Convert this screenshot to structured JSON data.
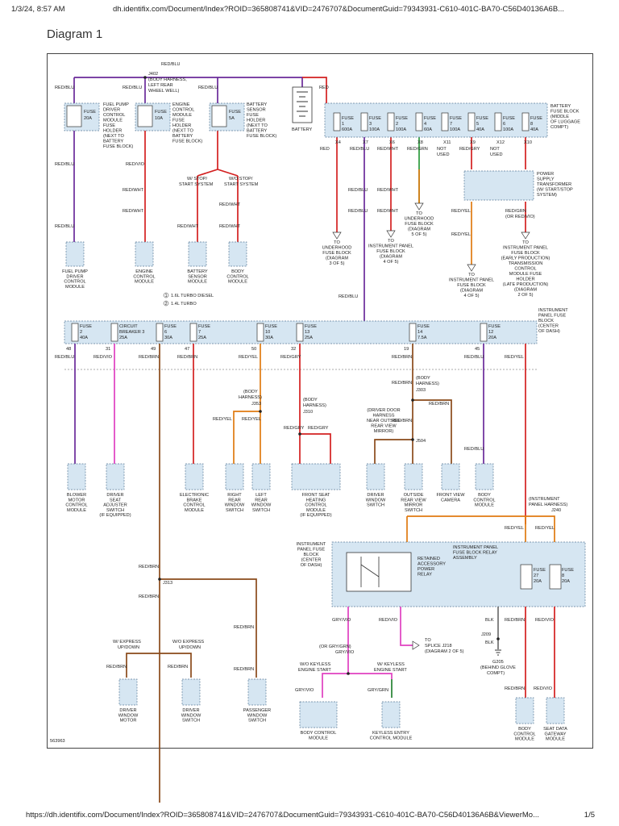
{
  "header": {
    "date": "1/3/24, 8:57 AM",
    "url": "dh.identifix.com/Document/Index?ROID=365808741&VID=2476707&DocumentGuid=79343931-C610-401C-BA70-C56D40136A6B..."
  },
  "title": "Diagram 1",
  "footer": {
    "url": "https://dh.identifix.com/Document/Index?ROID=365808741&VID=2476707&DocumentGuid=79343931-C610-401C-BA70-C56D40136A6B&ViewerMo...",
    "page": "1/5"
  },
  "diagram_id": "563963",
  "colors": {
    "red": "#d32020",
    "purple": "#6a2a9a",
    "orange": "#e07a10",
    "brown": "#8a4a1a",
    "green": "#2a9a3a",
    "pink": "#e040c0",
    "box": "#d6e6f2"
  },
  "battery": {
    "label": "BATTERY"
  },
  "top_wire": {
    "label": "RED/BLU"
  },
  "splice_j402": {
    "id": "J402",
    "desc1": "(BODY HARNESS,",
    "desc2": "LEFT REAR",
    "desc3": "WHEEL WELL)"
  },
  "holders": [
    {
      "fuse": "FUSE",
      "amp": "20A",
      "lines": [
        "FUEL PUMP",
        "DRIVER",
        "CONTROL",
        "MODULE",
        "FUSE",
        "HOLDER",
        "(NEXT TO",
        "BATTERY",
        "FUSE BLOCK)"
      ]
    },
    {
      "fuse": "FUSE",
      "amp": "10A",
      "lines": [
        "ENGINE",
        "CONTROL",
        "MODULE",
        "FUSE",
        "HOLDER",
        "(NEXT TO",
        "BATTERY",
        "FUSE BLOCK)"
      ]
    },
    {
      "fuse": "FUSE",
      "amp": "5A",
      "lines": [
        "BATTERY",
        "SENSOR",
        "FUSE",
        "HOLDER",
        "(NEXT TO",
        "BATTERY",
        "FUSE BLOCK)"
      ]
    }
  ],
  "battery_fuse_block": {
    "lines": [
      "BATTERY",
      "FUSE BLOCK",
      "(MIDDLE",
      "OF LUGGAGE",
      "COMPT)"
    ],
    "fuses": [
      {
        "num": "1",
        "amp": "600A",
        "conn": "X4"
      },
      {
        "num": "3",
        "amp": "100A",
        "conn": "X7"
      },
      {
        "num": "2",
        "amp": "100A",
        "conn": "X6"
      },
      {
        "num": "4",
        "amp": "60A",
        "conn": "X8"
      },
      {
        "num": "7",
        "amp": "100A",
        "conn": "X11"
      },
      {
        "num": "5",
        "amp": "40A",
        "conn": "X9"
      },
      {
        "num": "6",
        "amp": "100A",
        "conn": "X12"
      },
      {
        "num": "8",
        "amp": "40A",
        "conn": "X10"
      }
    ]
  },
  "left_labels": {
    "w_stop": "W/ STOP/",
    "w_stop2": "START SYSTEM",
    "wo_stop": "W/O STOP/",
    "wo_stop2": "START SYSTEM",
    "diesel": "1.6L TURBO DIESEL",
    "turbo": "1.4L TURBO",
    "n1": "1",
    "n2": "2"
  },
  "top_modules": [
    {
      "lines": [
        "FUEL PUMP",
        "DRIVER",
        "CONTROL",
        "MODULE"
      ]
    },
    {
      "lines": [
        "ENGINE",
        "CONTROL",
        "MODULE"
      ]
    },
    {
      "lines": [
        "BATTERY",
        "SENSOR",
        "MODULE"
      ]
    },
    {
      "lines": [
        "BODY",
        "CONTROL",
        "MODULE"
      ]
    }
  ],
  "to_blocks": [
    {
      "lines": [
        "TO",
        "UNDERHOOD",
        "FUSE BLOCK",
        "(DIAGRAM",
        "3 OF 5)"
      ]
    },
    {
      "lines": [
        "TO",
        "INSTRUMENT PANEL",
        "FUSE BLOCK",
        "(DIAGRAM",
        "4 OF 5)"
      ]
    },
    {
      "lines": [
        "TO",
        "UNDERHOOD",
        "FUSE BLOCK",
        "(DIAGRAM",
        "5 OF 5)"
      ]
    },
    {
      "lines": [
        "TO",
        "INSTRUMENT PANEL",
        "FUSE BLOCK",
        "(DIAGRAM",
        "4 OF 5)"
      ]
    },
    {
      "lines": [
        "TO",
        "INSTRUMENT PANEL",
        "FUSE BLOCK",
        "(EARLY PRODUCTION)",
        "TRANSMISSION",
        "CONTROL",
        "MODULE FUSE",
        "HOLDER",
        "(LATE PRODUCTION)",
        "(DIAGRAM",
        "2 OF 5)"
      ]
    }
  ],
  "pst": {
    "lines": [
      "POWER",
      "SUPPLY",
      "TRANSFORMER",
      "(W/ START/STOP",
      "SYSTEM)"
    ],
    "notused": "NOT",
    "used": "USED"
  },
  "wire_labels": {
    "red": "RED",
    "redblu": "RED/BLU",
    "redwht": "RED/WHT",
    "redvio": "RED/VIO",
    "redgrn": "RED/GRN",
    "redgry": "RED/GRY",
    "redyel": "RED/YEL",
    "redbrn": "RED/BRN",
    "redgrn_or": "RED/GRN",
    "or_redvio": "(OR RED/VIO)",
    "gryvio": "GRY/VIO",
    "grygrn": "GRY/GRN",
    "or_grygrn": "(OR GRY/GRN)",
    "blk": "BLK"
  },
  "ip_fuse_block": {
    "lines": [
      "INSTRUMENT",
      "PANEL FUSE",
      "BLOCK",
      "(CENTER",
      "OF DASH)"
    ],
    "fuses": [
      {
        "name": "FUSE",
        "num": "2",
        "amp": "40A",
        "pin": "48"
      },
      {
        "name": "CIRCUIT",
        "num": "BREAKER 3",
        "amp": "25A",
        "pin": "31"
      },
      {
        "name": "FUSE",
        "num": "6",
        "amp": "30A",
        "pin": "49"
      },
      {
        "name": "FUSE",
        "num": "7",
        "amp": "25A",
        "pin": "47"
      },
      {
        "name": "FUSE",
        "num": "10",
        "amp": "30A",
        "pin": "50"
      },
      {
        "name": "FUSE",
        "num": "13",
        "amp": "25A",
        "pin": "32"
      },
      {
        "name": "FUSE",
        "num": "14",
        "amp": "7.5A",
        "pin": "19"
      },
      {
        "name": "FUSE",
        "num": "12",
        "amp": "20A",
        "pin": "45"
      }
    ]
  },
  "middle_notes": {
    "body_harness": "(BODY",
    "harness": "HARNESS)",
    "j353": "J353",
    "j310": "J310",
    "j303": "J303",
    "j504": "J504",
    "door": [
      "(DRIVER DOOR",
      "HARNESS",
      "NEAR OUTSIDE",
      "REAR VIEW",
      "MIRROR)"
    ]
  },
  "mid_modules": [
    {
      "lines": [
        "BLOWER",
        "MOTOR",
        "CONTROL",
        "MODULE"
      ]
    },
    {
      "lines": [
        "DRIVER",
        "SEAT",
        "ADJUSTER",
        "SWITCH",
        "(IF EQUIPPED)"
      ]
    },
    {
      "lines": [
        "ELECTRONIC",
        "BRAKE",
        "CONTROL",
        "MODULE"
      ]
    },
    {
      "lines": [
        "RIGHT",
        "REAR",
        "WINDOW",
        "SWITCH"
      ]
    },
    {
      "lines": [
        "LEFT",
        "REAR",
        "WINDOW",
        "SWITCH"
      ]
    },
    {
      "lines": [
        "FRONT SEAT",
        "HEATING",
        "CONTROL",
        "MODULE",
        "(IF EQUIPPED)"
      ]
    },
    {
      "lines": [
        "DRIVER",
        "WINDOW",
        "SWITCH"
      ]
    },
    {
      "lines": [
        "OUTSIDE",
        "REAR VIEW",
        "MIRROR",
        "SWITCH"
      ]
    },
    {
      "lines": [
        "FRONT VIEW",
        "CAMERA"
      ]
    },
    {
      "lines": [
        "BODY",
        "CONTROL",
        "MODULE"
      ]
    }
  ],
  "relay": {
    "block_lines": [
      "INSTRUMENT",
      "PANEL FUSE",
      "BLOCK",
      "(CENTER",
      "OF DASH)"
    ],
    "relay_lines": [
      "RETAINED",
      "ACCESSORY",
      "POWER",
      "RELAY"
    ],
    "assembly_lines": [
      "INSTRUMENT PANEL",
      "FUSE BLOCK RELAY",
      "ASSEMBLY"
    ],
    "harness": "(INSTRUMENT",
    "harness2": "PANEL HARNESS)",
    "j240": "J240",
    "fuse27": {
      "name": "FUSE",
      "num": "27",
      "amp": "20A"
    },
    "fuse8": {
      "name": "FUSE",
      "num": "8",
      "amp": "20A"
    }
  },
  "lower": {
    "j313": "J313",
    "w_express": "W/ EXPRESS",
    "wo_express": "W/O EXPRESS",
    "updown": "UP/DOWN",
    "splice_to": "TO",
    "splice_j218": "SPLICE J218",
    "splice_diag": "(DIAGRAM 2 OF 5)",
    "j209": "J209",
    "g205": "G205",
    "g205_desc": "(BEHIND GLOVE",
    "g205_desc2": "COMPT)",
    "wo_keyless": "W/O KEYLESS",
    "w_keyless": "W/ KEYLESS",
    "engine_start": "ENGINE START"
  },
  "bottom_modules": [
    {
      "lines": [
        "DRIVER",
        "WINDOW",
        "MOTOR"
      ]
    },
    {
      "lines": [
        "DRIVER",
        "WINDOW",
        "SWITCH"
      ]
    },
    {
      "lines": [
        "PASSENGER",
        "WINDOW",
        "SWITCH"
      ]
    },
    {
      "lines": [
        "BODY CONTROL",
        "MODULE"
      ]
    },
    {
      "lines": [
        "KEYLESS ENTRY",
        "CONTROL MODULE"
      ]
    },
    {
      "lines": [
        "BODY",
        "CONTROL",
        "MODULE"
      ]
    },
    {
      "lines": [
        "SEAT DATA",
        "GATEWAY",
        "MODULE"
      ]
    }
  ]
}
